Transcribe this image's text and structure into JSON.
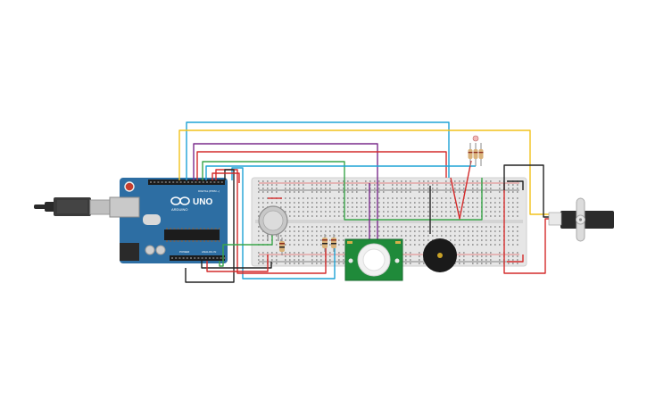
{
  "arduino": {
    "brand": "ARDUINO",
    "model": "UNO",
    "digital_header": "DIGITAL (PWM ~)",
    "power_header": "POWER",
    "analog_header": "ANALOG IN",
    "board_color": "#2d6ea3"
  },
  "breadboard": {
    "color": "#e4e4e4"
  },
  "servo": {
    "body_color": "#2b2b2b"
  },
  "pir_sensor": {
    "board_color": "#1f8a3a"
  },
  "gas_sensor": {
    "color": "#c8c8c8"
  },
  "wire_colors": {
    "cyan": "#1ea3d6",
    "yellow": "#f2c21b",
    "purple": "#7a2c8c",
    "green": "#3aa64a",
    "red": "#d42b2b",
    "black": "#222222"
  }
}
